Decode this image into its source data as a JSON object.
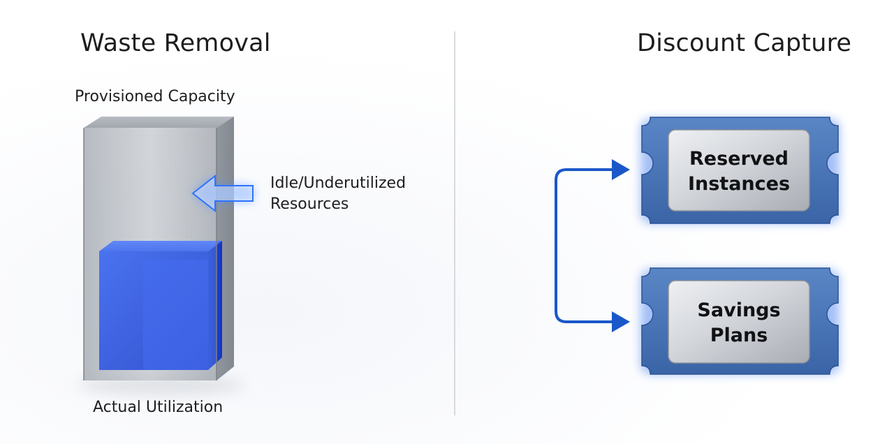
{
  "waste_removal": {
    "title": "Waste Removal",
    "top_label": "Provisioned Capacity",
    "callout_line1": "Idle/Underutilized",
    "callout_line2": "Resources",
    "bottom_label": "Actual Utilization"
  },
  "discount_capture": {
    "title": "Discount Capture",
    "tickets": [
      {
        "line1": "Reserved",
        "line2": "Instances"
      },
      {
        "line1": "Savings",
        "line2": "Plans"
      }
    ]
  },
  "colors": {
    "utilization_blue": "#1f4fe6",
    "container_gray": "#8a9099",
    "ticket_blue": "#3f6fb4",
    "arrow_blue": "#1a57c9",
    "text": "#1d1d1f"
  }
}
